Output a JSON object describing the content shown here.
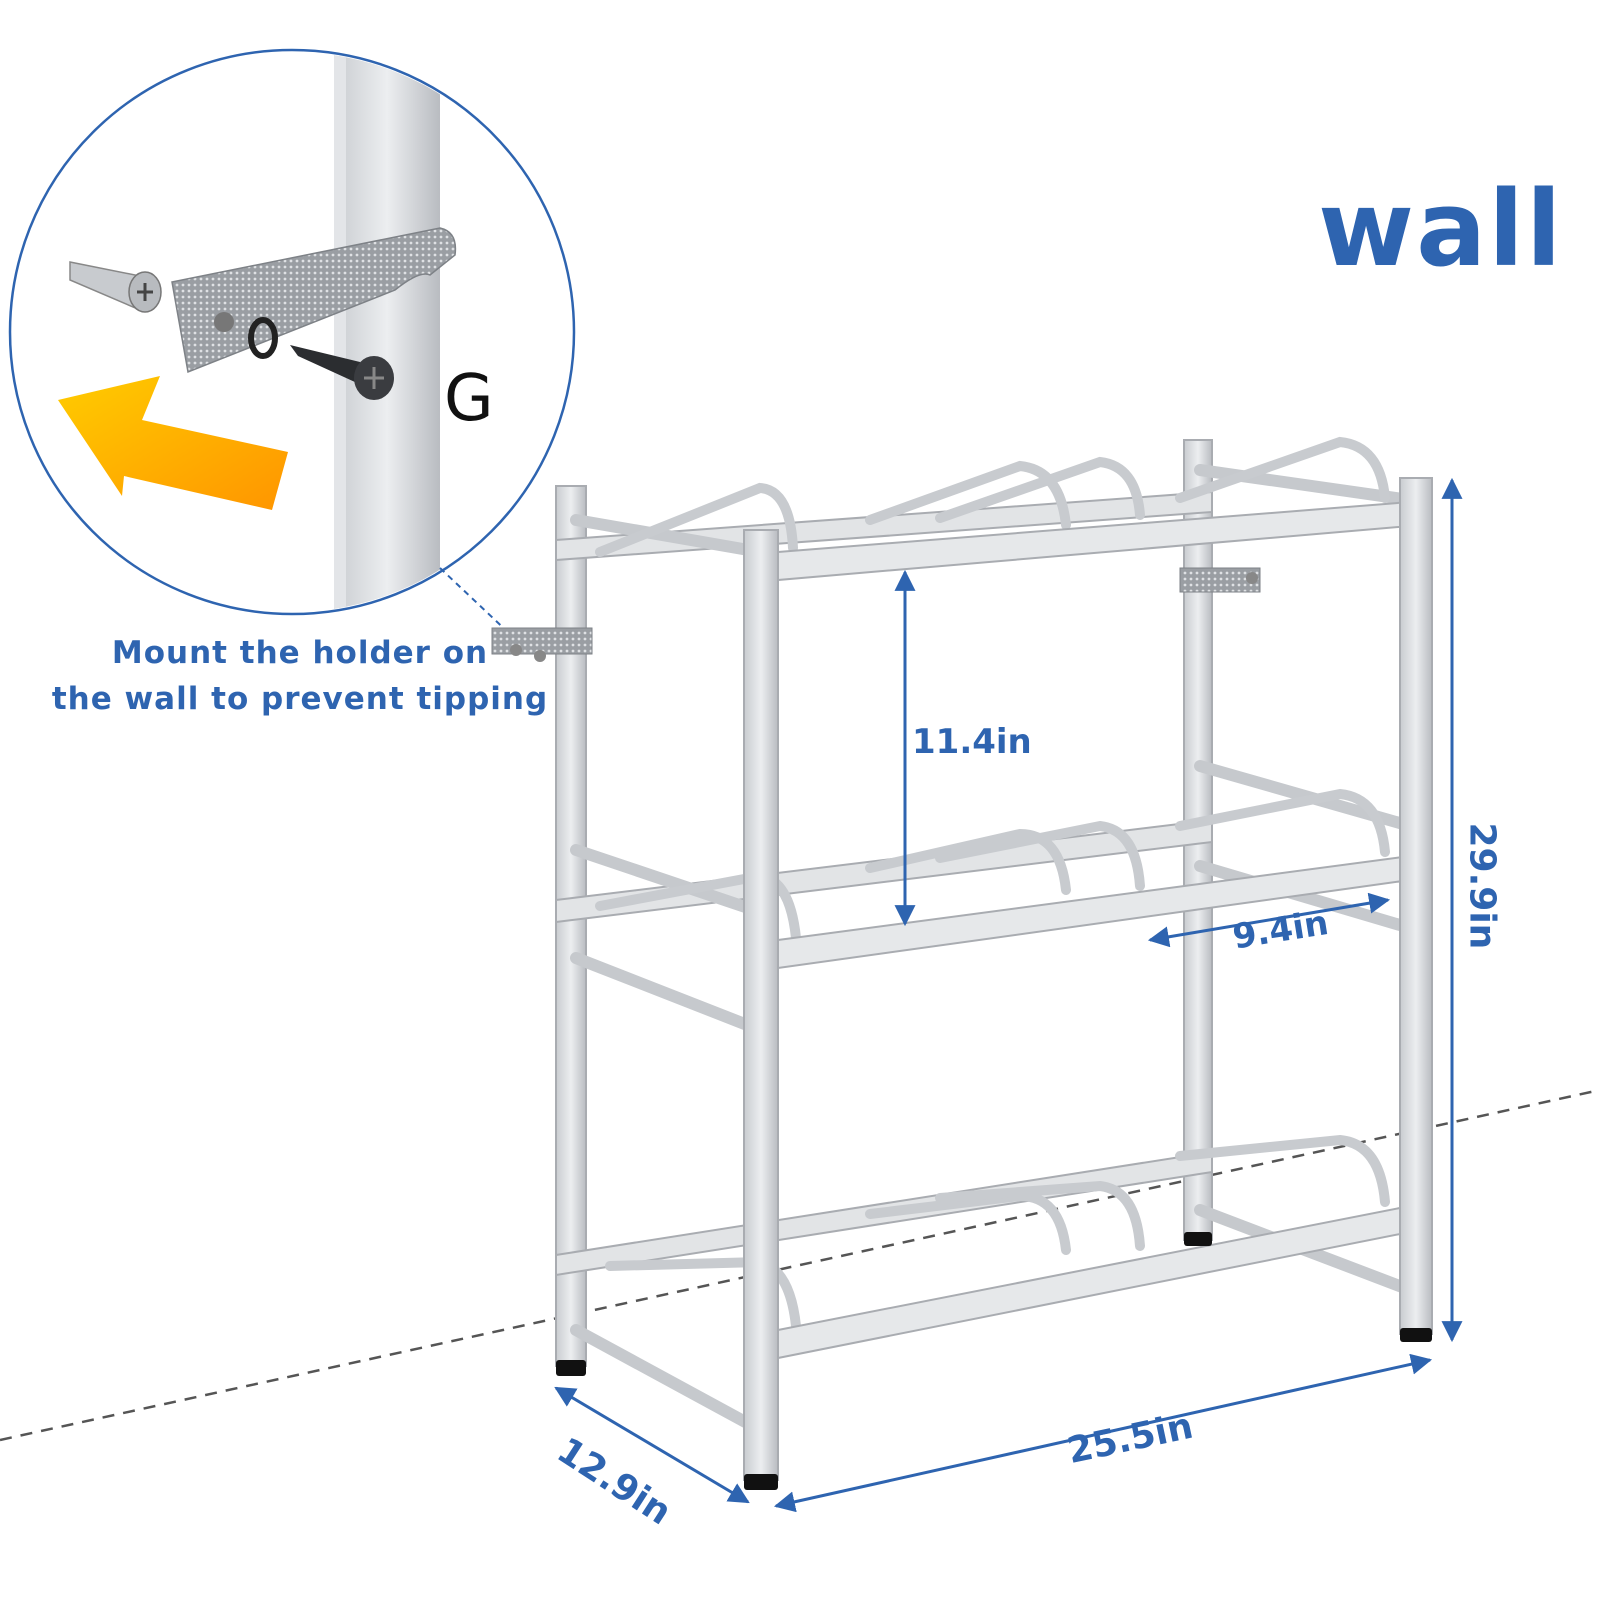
{
  "labels": {
    "wall": "wall",
    "fastener_letter": "G",
    "mount_note_line1": "Mount the holder on",
    "mount_note_line2": "the wall to prevent tipping"
  },
  "dimensions": {
    "shelf_gap": "11.4in",
    "inner_depth": "9.4in",
    "height": "29.9in",
    "width": "25.5in",
    "depth": "12.9in"
  },
  "colors": {
    "accent_blue": "#2e64b0",
    "frame_silver": "#d9dbde",
    "frame_edge": "#a9acb1",
    "arrow_orange_start": "#ffcc00",
    "arrow_orange_end": "#ff9500"
  },
  "icons": [
    "wall-anchor-icon",
    "screw-icon",
    "washer-icon",
    "anti-tip-strap-icon",
    "direction-arrow-icon"
  ]
}
